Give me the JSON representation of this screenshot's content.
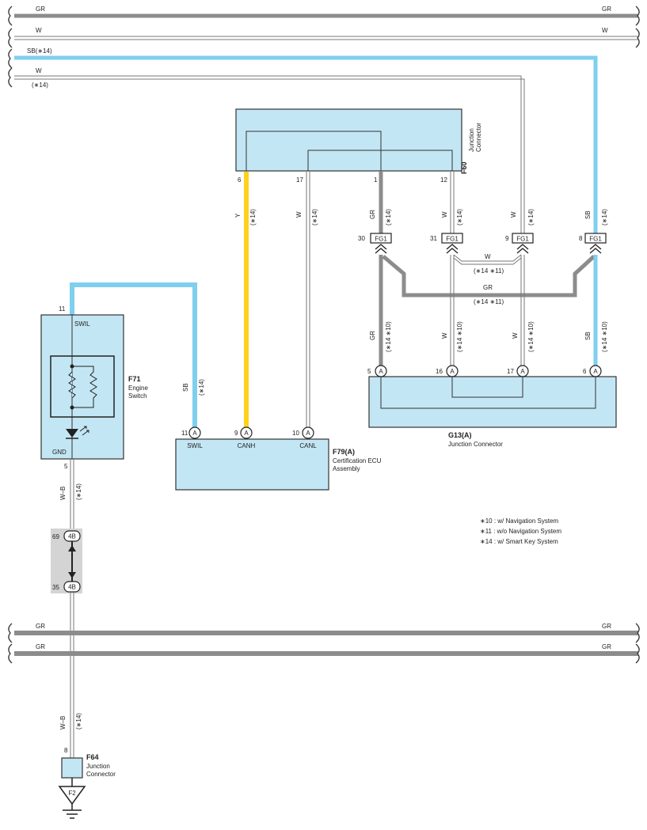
{
  "colors": {
    "wire_gray": "#8c8c8c",
    "wire_sky": "#7fcfee",
    "wire_yellow": "#ffd21c",
    "box_fill": "#c3e6f4",
    "junction_shade": "#d4d4d4"
  },
  "top_wires": [
    {
      "label_left": "GR",
      "label_right": "GR"
    },
    {
      "label_left": "W",
      "label_right": "W"
    },
    {
      "label_left": "SB(∗14)",
      "label_right": ""
    },
    {
      "label_left": "W",
      "label_right": ""
    },
    {
      "label_left": "(∗14)",
      "label_right": ""
    }
  ],
  "bottom_wires": [
    {
      "label_left": "GR",
      "label_right": "GR"
    },
    {
      "label_left": "GR",
      "label_right": "GR"
    }
  ],
  "f60": {
    "id": "F60",
    "name_line1": "Junction",
    "name_line2": "Connector",
    "pins": [
      "6",
      "17",
      "1",
      "12"
    ]
  },
  "f60_wires": [
    {
      "color": "Y",
      "note": "(∗14)"
    },
    {
      "color": "W",
      "note": "(∗14)"
    },
    {
      "color": "GR",
      "note": "(∗14)"
    },
    {
      "color": "W",
      "note": "(∗14)"
    },
    {
      "color": "W",
      "note": "(∗14)"
    },
    {
      "color": "SB",
      "note": "(∗14)"
    }
  ],
  "fg1_connectors": [
    {
      "pin": "30",
      "label": "FG1"
    },
    {
      "pin": "31",
      "label": "FG1"
    },
    {
      "pin": "9",
      "label": "FG1"
    },
    {
      "pin": "8",
      "label": "FG1"
    }
  ],
  "cross_wires": [
    {
      "color": "W",
      "note": "(∗14 ∗11)"
    },
    {
      "color": "GR",
      "note": "(∗14 ∗11)"
    }
  ],
  "g13_wires": [
    {
      "color": "GR",
      "note": "(∗14 ∗10)"
    },
    {
      "color": "W",
      "note": "(∗14 ∗10)"
    },
    {
      "color": "W",
      "note": "(∗14 ∗10)"
    },
    {
      "color": "SB",
      "note": "(∗14 ∗10)"
    }
  ],
  "g13": {
    "id": "G13(A)",
    "name": "Junction Connector",
    "pins": [
      "5",
      "16",
      "17",
      "6"
    ],
    "pin_marker": "A"
  },
  "f71": {
    "id": "F71",
    "name_line1": "Engine",
    "name_line2": "Switch",
    "pin_top": "11",
    "pin_top_label": "SWIL",
    "pin_bottom": "5",
    "pin_bottom_label": "GND"
  },
  "f71_wire": {
    "color": "SB",
    "note": "(∗14)"
  },
  "f79": {
    "id": "F79(A)",
    "name_line1": "Certification ECU",
    "name_line2": "Assembly",
    "pins": [
      {
        "num": "11",
        "label": "SWIL"
      },
      {
        "num": "9",
        "label": "CANH"
      },
      {
        "num": "10",
        "label": "CANL"
      }
    ],
    "pin_marker": "A"
  },
  "ground_wire": {
    "color": "W–B",
    "note": "(∗14)"
  },
  "inline_connector": {
    "pin_top": "69",
    "pin_bottom": "35",
    "label": "4B"
  },
  "f64": {
    "id": "F64",
    "name_line1": "Junction",
    "name_line2": "Connector",
    "pin": "8"
  },
  "ground": {
    "label": "F2"
  },
  "notes": [
    "∗10 : w/ Navigation System",
    "∗11 : w/o Navigation System",
    "∗14 : w/ Smart Key System"
  ]
}
